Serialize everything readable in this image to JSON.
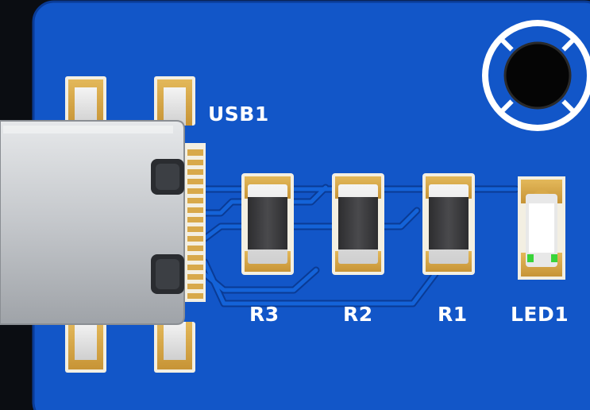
{
  "board": {
    "colors": {
      "background": "#0b0d12",
      "soldermask": "#1256c8",
      "soldermask_edge": "#1a63dc",
      "trace": "#0f4ab6",
      "trace_outline": "#0a3b95",
      "copper_pad": "#d8a94a",
      "silkscreen": "#ffffff",
      "resistor_body": "#3a3a3c",
      "usb_metal": "#c9ccd0",
      "mount_hole": "#050505"
    }
  },
  "silkscreen": {
    "usb_label": "USB1",
    "r3_label": "R3",
    "r2_label": "R2",
    "r1_label": "R1",
    "led_label": "LED1"
  },
  "components": {
    "usb_connector": {
      "designator": "USB1",
      "type": "usb-c-receptacle"
    },
    "resistors": [
      "R3",
      "R2",
      "R1"
    ],
    "led": {
      "designator": "LED1",
      "type": "smd-led"
    },
    "mounting_hole": {
      "type": "plated-mounting-hole"
    }
  }
}
